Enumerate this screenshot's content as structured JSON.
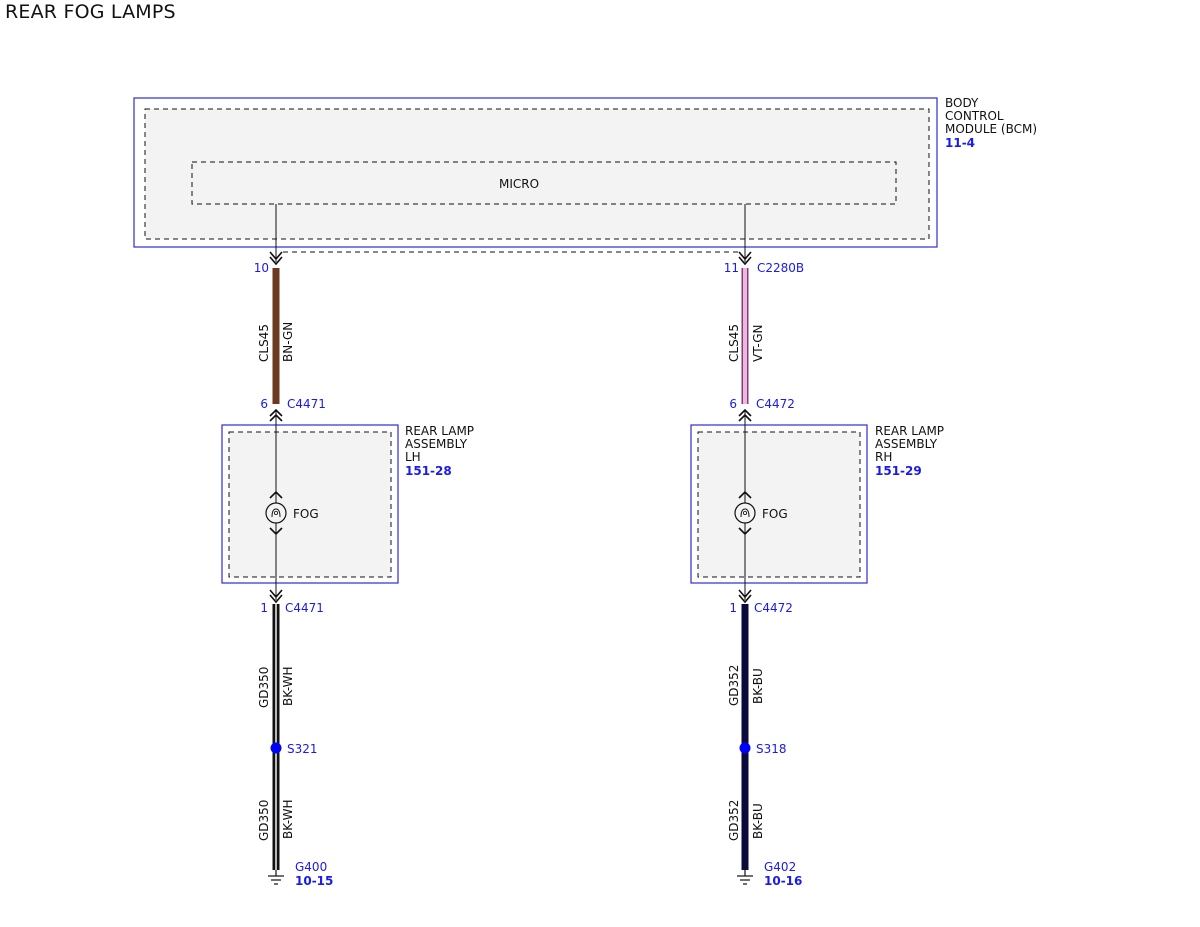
{
  "title": "REAR FOG LAMPS",
  "colors": {
    "outline_blue": "#2b2bd6",
    "ref_blue": "#1a1aee",
    "module_fill": "#f3f3f3",
    "wire_bn_gn": "#6b3a1f",
    "wire_vt_gn_outer": "#8a3a7a",
    "wire_vt_gn_inner": "#e9b9e0",
    "wire_bk": "#111111",
    "wire_bk_bu": "#0a0a3a",
    "splice_dot": "#0000ff"
  },
  "bcm": {
    "name_lines": [
      "BODY",
      "CONTROL",
      "MODULE (BCM)"
    ],
    "ref": "11-4",
    "micro_label": "MICRO"
  },
  "left": {
    "top_pin": "10",
    "wire1_circuit": "CLS45",
    "wire1_color": "BN-GN",
    "lamp_in_pin": "6",
    "lamp_in_conn": "C4471",
    "assembly_lines": [
      "REAR LAMP",
      "ASSEMBLY",
      "LH"
    ],
    "assembly_ref": "151-28",
    "bulb_label": "FOG",
    "lamp_out_pin": "1",
    "lamp_out_conn": "C4471",
    "wire2_circuit": "GD350",
    "wire2_color": "BK-WH",
    "splice": "S321",
    "wire3_circuit": "GD350",
    "wire3_color": "BK-WH",
    "ground": "G400",
    "ground_ref": "10-15"
  },
  "right": {
    "top_pin": "11",
    "top_conn": "C2280B",
    "wire1_circuit": "CLS45",
    "wire1_color": "VT-GN",
    "lamp_in_pin": "6",
    "lamp_in_conn": "C4472",
    "assembly_lines": [
      "REAR LAMP",
      "ASSEMBLY",
      "RH"
    ],
    "assembly_ref": "151-29",
    "bulb_label": "FOG",
    "lamp_out_pin": "1",
    "lamp_out_conn": "C4472",
    "wire2_circuit": "GD352",
    "wire2_color": "BK-BU",
    "splice": "S318",
    "wire3_circuit": "GD352",
    "wire3_color": "BK-BU",
    "ground": "G402",
    "ground_ref": "10-16"
  }
}
